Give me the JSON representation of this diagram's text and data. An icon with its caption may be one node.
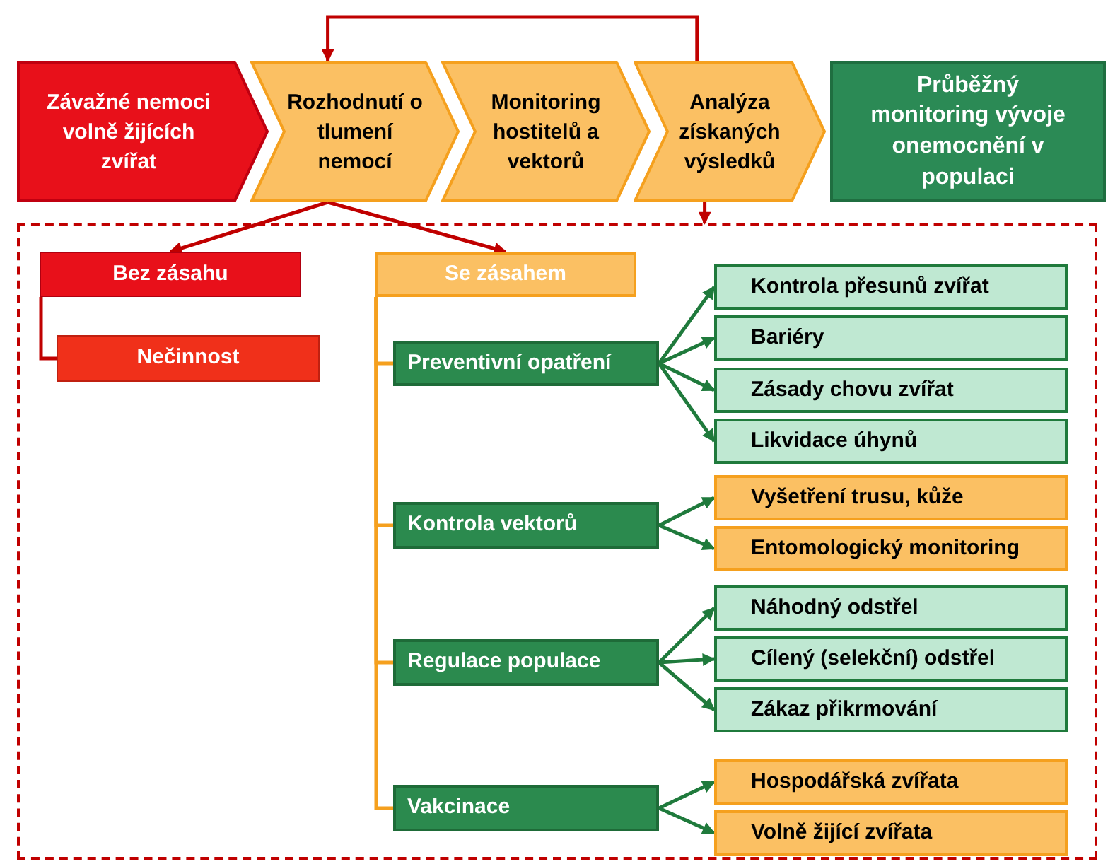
{
  "diagram": {
    "nodes": [
      {
        "text": [
          "Závažné nemoci volně žijících zvířat"
        ]
      },
      {
        "text": [
          "Rozhodnutí o tlumení nemocí"
        ]
      },
      {
        "text": [
          "Monitoring hostitelů a vektorů"
        ]
      },
      {
        "text": [
          "Analýza získaných výsledků"
        ]
      },
      {
        "text": [
          "Průběžný monitoring vývoje onemocnění v populaci"
        ]
      },
      {
        "text": [],
        "shape": "box"
      },
      {
        "text": [
          "Bez zásahu"
        ],
        "in": 5
      },
      {
        "text": [
          "Nečinnost"
        ],
        "in": 5
      },
      {
        "text": [
          "Se zásahem"
        ],
        "in": 5
      },
      {
        "text": [
          "Preventivní opatření"
        ],
        "in": 5
      },
      {
        "text": [
          "Kontrola přesunů zvířat"
        ],
        "in": 5
      },
      {
        "text": [
          "Bariéry"
        ],
        "in": 5
      },
      {
        "text": [
          "Zásady chovu zvířat"
        ],
        "in": 5
      },
      {
        "text": [
          "Likvidace úhynů"
        ],
        "in": 5
      },
      {
        "text": [
          "Kontrola vektorů"
        ],
        "in": 5
      },
      {
        "text": [
          "Vyšetření trusu, kůže"
        ],
        "in": 5
      },
      {
        "text": [
          "Entomologický monitoring"
        ],
        "in": 5
      },
      {
        "text": [
          "Regulace populace"
        ],
        "in": 5
      },
      {
        "text": [
          "Náhodný odstřel"
        ],
        "in": 5
      },
      {
        "text": [
          "Cílený (selekční) odstřel"
        ],
        "in": 5
      },
      {
        "text": [
          "Zákaz přikrmování"
        ],
        "in": 5
      },
      {
        "text": [
          "Vakcinace"
        ],
        "in": 5
      },
      {
        "text": [
          "Hospodářská zvířata"
        ],
        "in": 5
      },
      {
        "text": [
          "Volně žijící zvířata"
        ],
        "in": 5
      }
    ],
    "edges": [
      {
        "from": 3,
        "to": 1,
        "arrow": "to",
        "color": "#c00000"
      },
      {
        "from": 1,
        "to": 6,
        "arrow": "to",
        "color": "#c00000"
      },
      {
        "from": 1,
        "to": 8,
        "arrow": "to",
        "color": "#c00000"
      },
      {
        "from": 3,
        "to": 5,
        "arrow": "to",
        "color": "#c00000"
      },
      {
        "from": 6,
        "to": 7,
        "arrow": "none",
        "color": "#c00000"
      },
      {
        "from": 8,
        "to": 9,
        "arrow": "none",
        "color": "#f5a01e"
      },
      {
        "from": 8,
        "to": 14,
        "arrow": "none",
        "color": "#f5a01e"
      },
      {
        "from": 8,
        "to": 17,
        "arrow": "none",
        "color": "#f5a01e"
      },
      {
        "from": 8,
        "to": 21,
        "arrow": "none",
        "color": "#f5a01e"
      },
      {
        "from": 9,
        "to": 10,
        "arrow": "to"
      },
      {
        "from": 9,
        "to": 11,
        "arrow": "to"
      },
      {
        "from": 9,
        "to": 12,
        "arrow": "to"
      },
      {
        "from": 9,
        "to": 13,
        "arrow": "to"
      },
      {
        "from": 14,
        "to": 15,
        "arrow": "to"
      },
      {
        "from": 14,
        "to": 16,
        "arrow": "to"
      },
      {
        "from": 17,
        "to": 18,
        "arrow": "to"
      },
      {
        "from": 17,
        "to": 19,
        "arrow": "to"
      },
      {
        "from": 17,
        "to": 20,
        "arrow": "to"
      },
      {
        "from": 21,
        "to": 22,
        "arrow": "to"
      },
      {
        "from": 21,
        "to": 23,
        "arrow": "to"
      }
    ]
  }
}
